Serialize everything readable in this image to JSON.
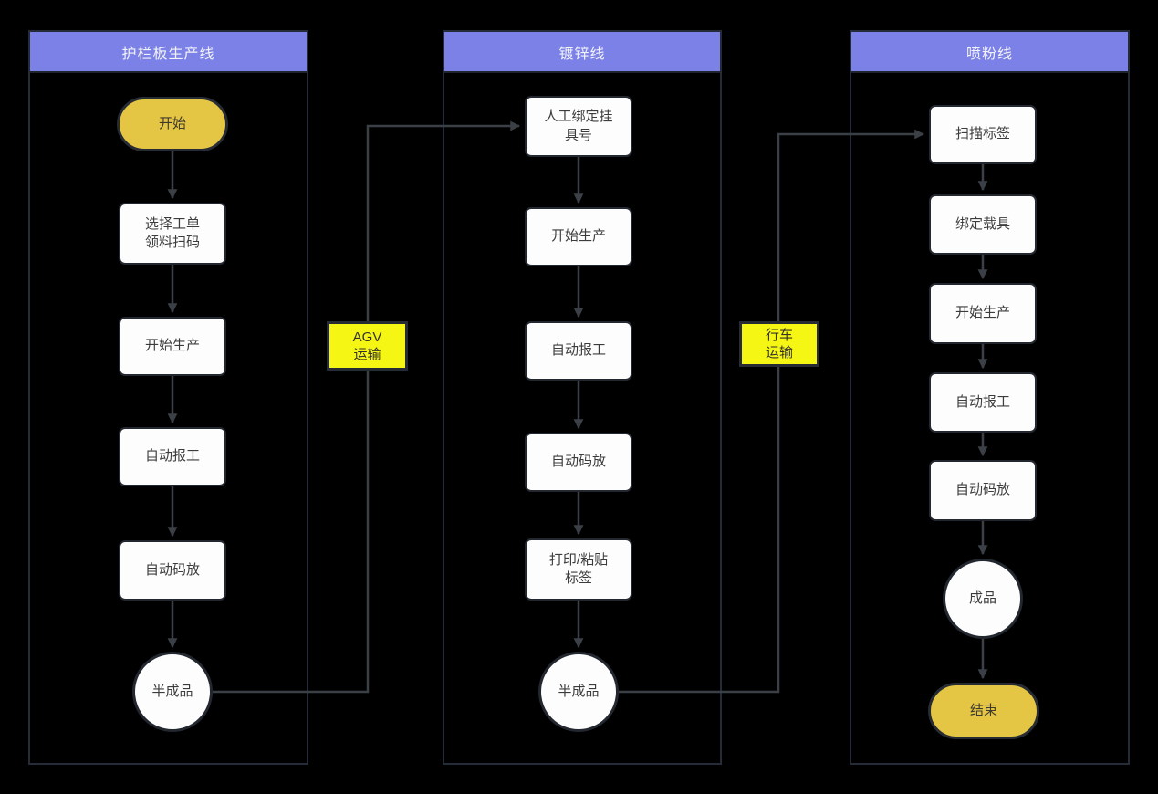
{
  "lanes": [
    {
      "title": "护栏板生产线",
      "nodes": [
        {
          "type": "start",
          "label": "开始"
        },
        {
          "type": "process",
          "label": "选择工单\n领料扫码"
        },
        {
          "type": "process",
          "label": "开始生产"
        },
        {
          "type": "process",
          "label": "自动报工"
        },
        {
          "type": "process",
          "label": "自动码放"
        },
        {
          "type": "circle",
          "label": "半成品"
        }
      ]
    },
    {
      "title": "镀锌线",
      "nodes": [
        {
          "type": "process",
          "label": "人工绑定挂\n具号"
        },
        {
          "type": "process",
          "label": "开始生产"
        },
        {
          "type": "process",
          "label": "自动报工"
        },
        {
          "type": "process",
          "label": "自动码放"
        },
        {
          "type": "process",
          "label": "打印/粘贴\n标签"
        },
        {
          "type": "circle",
          "label": "半成品"
        }
      ]
    },
    {
      "title": "喷粉线",
      "nodes": [
        {
          "type": "process",
          "label": "扫描标签"
        },
        {
          "type": "process",
          "label": "绑定载具"
        },
        {
          "type": "process",
          "label": "开始生产"
        },
        {
          "type": "process",
          "label": "自动报工"
        },
        {
          "type": "process",
          "label": "自动码放"
        },
        {
          "type": "circle",
          "label": "成品"
        },
        {
          "type": "end",
          "label": "结束"
        }
      ]
    }
  ],
  "transports": [
    {
      "label": "AGV\n运输"
    },
    {
      "label": "行车\n运输"
    }
  ],
  "colors": {
    "background": "#000000",
    "lane_border": "#252c38",
    "header_bg": "#7b81e6",
    "header_text": "#f2f3f8",
    "process_fill": "#fdfdfd",
    "process_text": "#3c3c3c",
    "start_end_fill": "#e4c644",
    "transport_fill": "#f6f614",
    "connector": "#3b3f46"
  }
}
